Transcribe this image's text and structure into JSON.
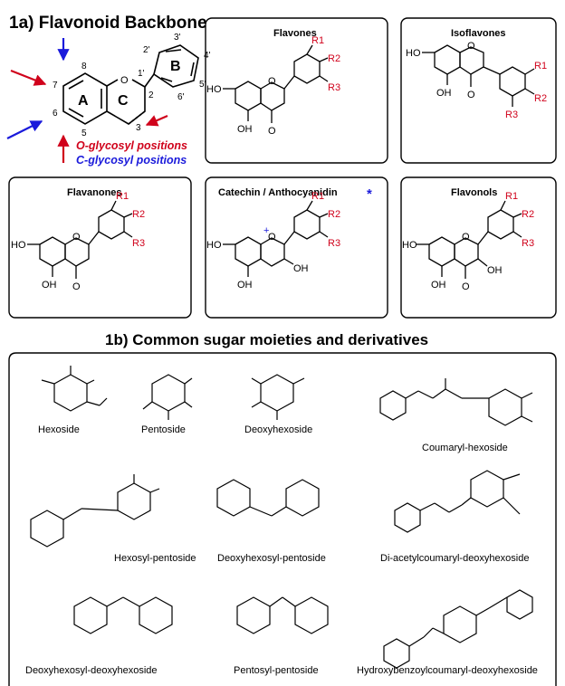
{
  "section_a": {
    "title": "1a) Flavonoid Backbone",
    "ring_labels": [
      "A",
      "C",
      "B"
    ],
    "position_numbers": [
      "8",
      "7",
      "6",
      "5",
      "2'",
      "3'",
      "4'",
      "5'",
      "6'",
      "1'",
      "2",
      "3"
    ],
    "oxygen": "O",
    "legend": {
      "o_glycosyl": "O-glycosyl positions",
      "c_glycosyl": "C-glycosyl positions",
      "o_color": "#d0021b",
      "c_color": "#1a1adb"
    },
    "panels": {
      "flavones": "Flavones",
      "isoflavones": "Isoflavones",
      "flavanones": "Flavanones",
      "catechin": "Catechin / Anthocyanidin",
      "catechin_star": "*",
      "flavonols": "Flavonols"
    },
    "atoms": {
      "oh": "OH",
      "ho": "HO",
      "o": "O",
      "oplus": "O"
    },
    "r_groups": {
      "r1": "R1",
      "r2": "R2",
      "r3": "R3"
    }
  },
  "section_b": {
    "title": "1b) Common sugar moieties and derivatives",
    "sugars": [
      "Hexoside",
      "Pentoside",
      "Deoxyhexoside",
      "Coumaryl-hexoside",
      "Hexosyl-pentoside",
      "Deoxyhexosyl-pentoside",
      "Di-acetylcoumaryl-deoxyhexoside",
      "Deoxyhexosyl-deoxyhexoside",
      "Pentosyl-pentoside",
      "Hydroxybenzoylcoumaryl-deoxyhexoside"
    ]
  }
}
